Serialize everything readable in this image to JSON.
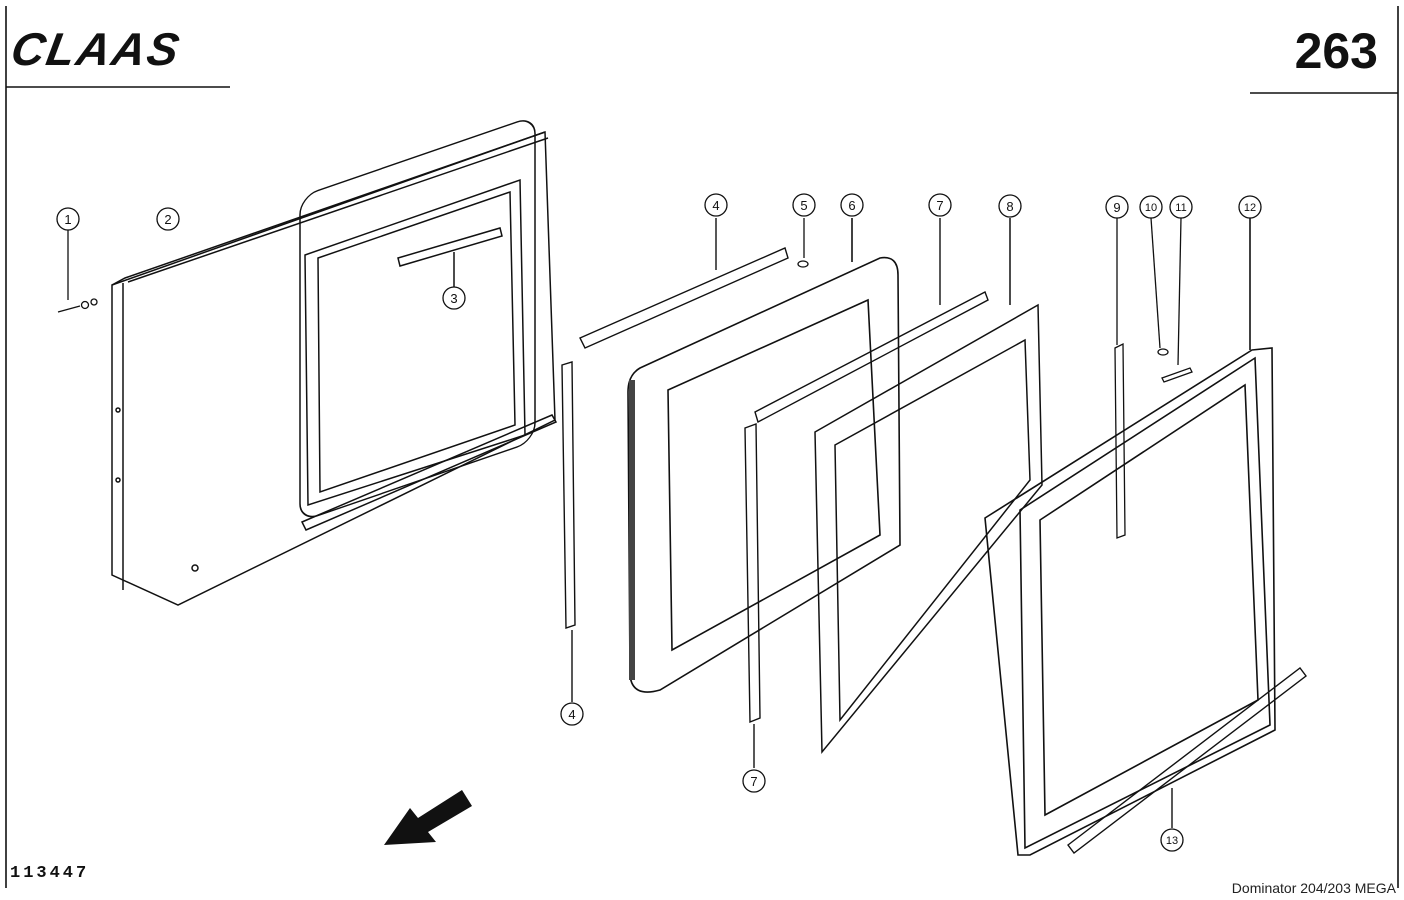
{
  "header": {
    "brand": "CLAAS",
    "page_number": "263"
  },
  "footer": {
    "drawing_number": "113447",
    "model": "Dominator 204/203 MEGA"
  },
  "callouts": {
    "c1": "1",
    "c2": "2",
    "c3": "3",
    "c4a": "4",
    "c4b": "4",
    "c5": "5",
    "c6": "6",
    "c7a": "7",
    "c7b": "7",
    "c8": "8",
    "c9": "9",
    "c10": "10",
    "c11": "11",
    "c12": "12",
    "c13": "13"
  }
}
